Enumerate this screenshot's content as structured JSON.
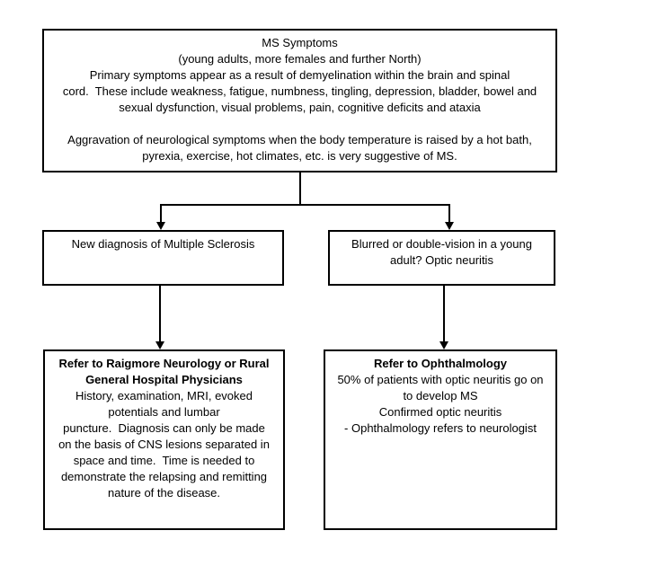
{
  "diagram": {
    "type": "flowchart",
    "background_color": "#ffffff",
    "line_color": "#000000",
    "nodes": {
      "symptoms": {
        "text": "MS Symptoms\n(young adults, more females and further North)\nPrimary symptoms appear as a result of demyelination within the brain and spinal\ncord.  These include weakness, fatigue, numbness, tingling, depression, bladder, bowel and\nsexual dysfunction, visual problems, pain, cognitive deficits and ataxia\n\nAggravation of neurological symptoms when the body temperature is raised by a hot bath,\npyrexia, exercise, hot climates, etc. is very suggestive of MS."
      },
      "new_diagnosis": {
        "text": "New diagnosis of Multiple Sclerosis"
      },
      "optic_neuritis": {
        "text": "Blurred or double-vision in a young\nadult? Optic neuritis"
      },
      "refer_neurology": {
        "title": "Refer to Raigmore Neurology or Rural\nGeneral Hospital Physicians",
        "body": "History, examination, MRI, evoked\npotentials and lumbar\npuncture.  Diagnosis can only be made\non the basis of CNS lesions separated in\nspace and time.  Time is needed to\ndemonstrate the relapsing and remitting\nnature of the disease."
      },
      "refer_ophthalmology": {
        "title": "Refer to Ophthalmology",
        "body": "50% of patients with optic neuritis go on\nto develop MS\nConfirmed optic neuritis\n- Ophthalmology refers to neurologist"
      }
    },
    "edges": [
      {
        "from": "symptoms",
        "to": "new_diagnosis"
      },
      {
        "from": "symptoms",
        "to": "optic_neuritis"
      },
      {
        "from": "new_diagnosis",
        "to": "refer_neurology"
      },
      {
        "from": "optic_neuritis",
        "to": "refer_ophthalmology"
      }
    ]
  }
}
